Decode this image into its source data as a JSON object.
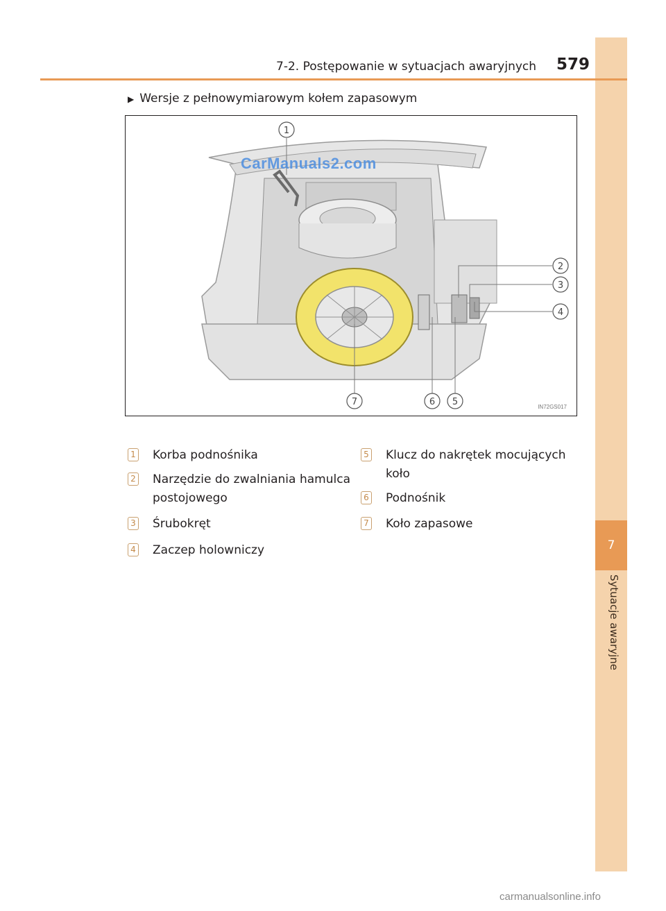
{
  "header": {
    "section_title": "7-2. Postępowanie w sytuacjach awaryjnych",
    "page_number": "579"
  },
  "sidebar": {
    "chapter_number": "7",
    "chapter_label": "Sytuacje awaryjne"
  },
  "version_line": "Wersje z pełnowymiarowym kołem zapasowym",
  "figure": {
    "watermark": "CarManuals2.com",
    "code": "IN72GS017",
    "callouts": [
      "1",
      "2",
      "3",
      "4",
      "5",
      "6",
      "7"
    ]
  },
  "legend": [
    {
      "num": "1",
      "text": "Korba podnośnika"
    },
    {
      "num": "2",
      "text": "Narzędzie do zwalniania hamulca postojowego"
    },
    {
      "num": "3",
      "text": "Śrubokręt"
    },
    {
      "num": "4",
      "text": "Zaczep holowniczy"
    },
    {
      "num": "5",
      "text": "Klucz do nakrętek mocujących koło"
    },
    {
      "num": "6",
      "text": "Podnośnik"
    },
    {
      "num": "7",
      "text": "Koło zapasowe"
    }
  ],
  "footer": "carmanualsonline.info",
  "colors": {
    "accent": "#e89a55",
    "sidebar": "#f5d3ac",
    "tire": "#f2e36b"
  }
}
